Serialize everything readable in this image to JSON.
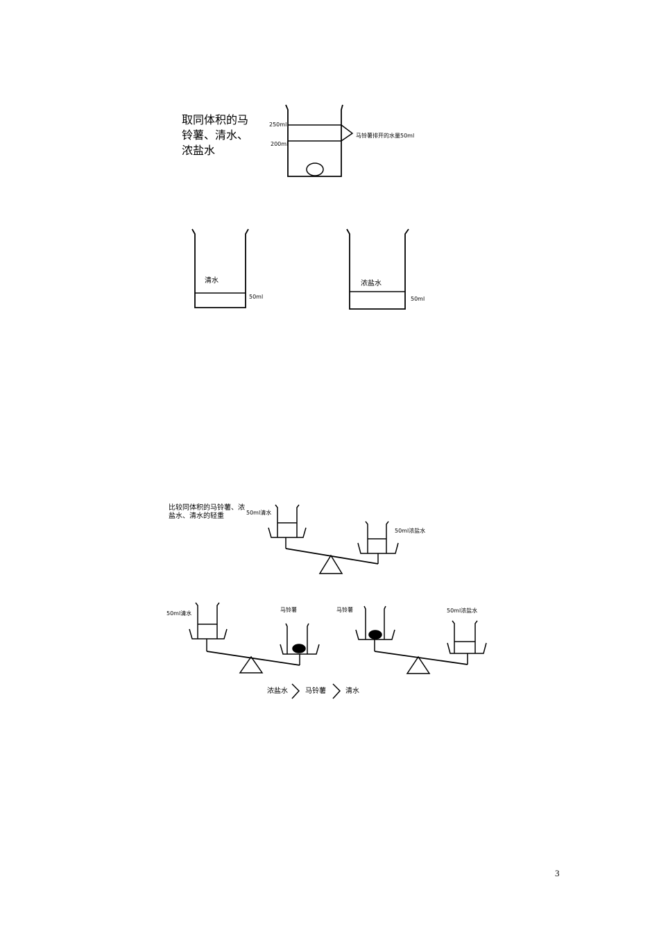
{
  "fig1": {
    "caption_lines": [
      "取同体积的马",
      "铃薯、清水、",
      "浓盐水"
    ],
    "mark_upper": "250ml",
    "mark_lower": "200ml",
    "callout": "马铃薯排开的水量50ml"
  },
  "fig2": {
    "left_label": "清水",
    "left_volume": "50ml",
    "right_label": "浓盐水",
    "right_volume": "50ml"
  },
  "fig3": {
    "caption_lines": [
      "比较同体积的马铃薯、浓",
      "盐水、清水的轻重"
    ],
    "left_label": "50ml清水",
    "right_label": "50ml浓盐水"
  },
  "fig4": {
    "left_label": "50ml清水",
    "right_label": "马铃薯"
  },
  "fig5": {
    "left_label": "马铃薯",
    "right_label": "50ml浓盐水"
  },
  "order": [
    "浓盐水",
    "马铃薯",
    "清水"
  ],
  "page_number": "3"
}
